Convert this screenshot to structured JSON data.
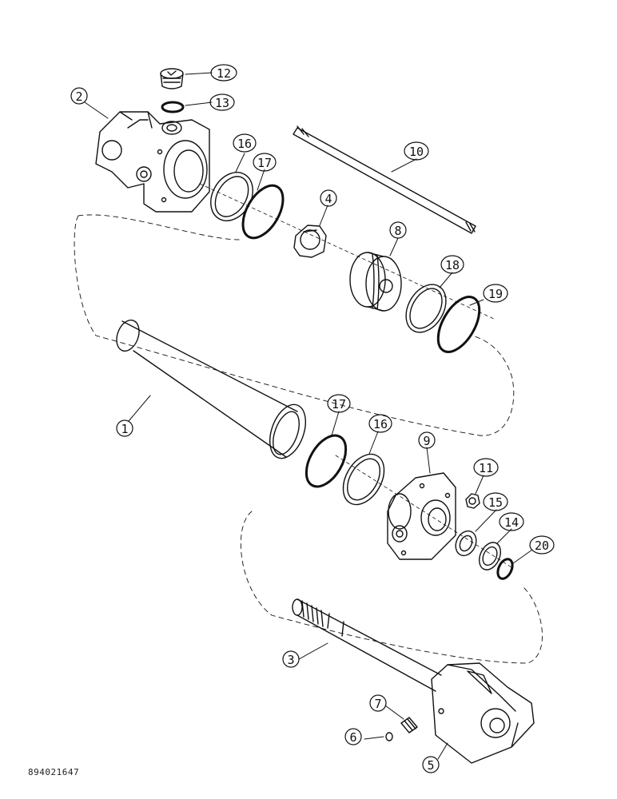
{
  "callouts": [
    {
      "id": "12",
      "label": "12"
    },
    {
      "id": "13",
      "label": "13"
    },
    {
      "id": "2",
      "label": "2"
    },
    {
      "id": "16a",
      "label": "16"
    },
    {
      "id": "17a",
      "label": "17"
    },
    {
      "id": "10",
      "label": "10"
    },
    {
      "id": "4",
      "label": "4"
    },
    {
      "id": "8",
      "label": "8"
    },
    {
      "id": "18",
      "label": "18"
    },
    {
      "id": "19",
      "label": "19"
    },
    {
      "id": "1",
      "label": "1"
    },
    {
      "id": "17b",
      "label": "17"
    },
    {
      "id": "16b",
      "label": "16"
    },
    {
      "id": "9",
      "label": "9"
    },
    {
      "id": "11",
      "label": "11"
    },
    {
      "id": "15",
      "label": "15"
    },
    {
      "id": "14",
      "label": "14"
    },
    {
      "id": "20",
      "label": "20"
    },
    {
      "id": "3",
      "label": "3"
    },
    {
      "id": "7",
      "label": "7"
    },
    {
      "id": "6",
      "label": "6"
    },
    {
      "id": "5",
      "label": "5"
    }
  ],
  "figure_id": "894021647"
}
